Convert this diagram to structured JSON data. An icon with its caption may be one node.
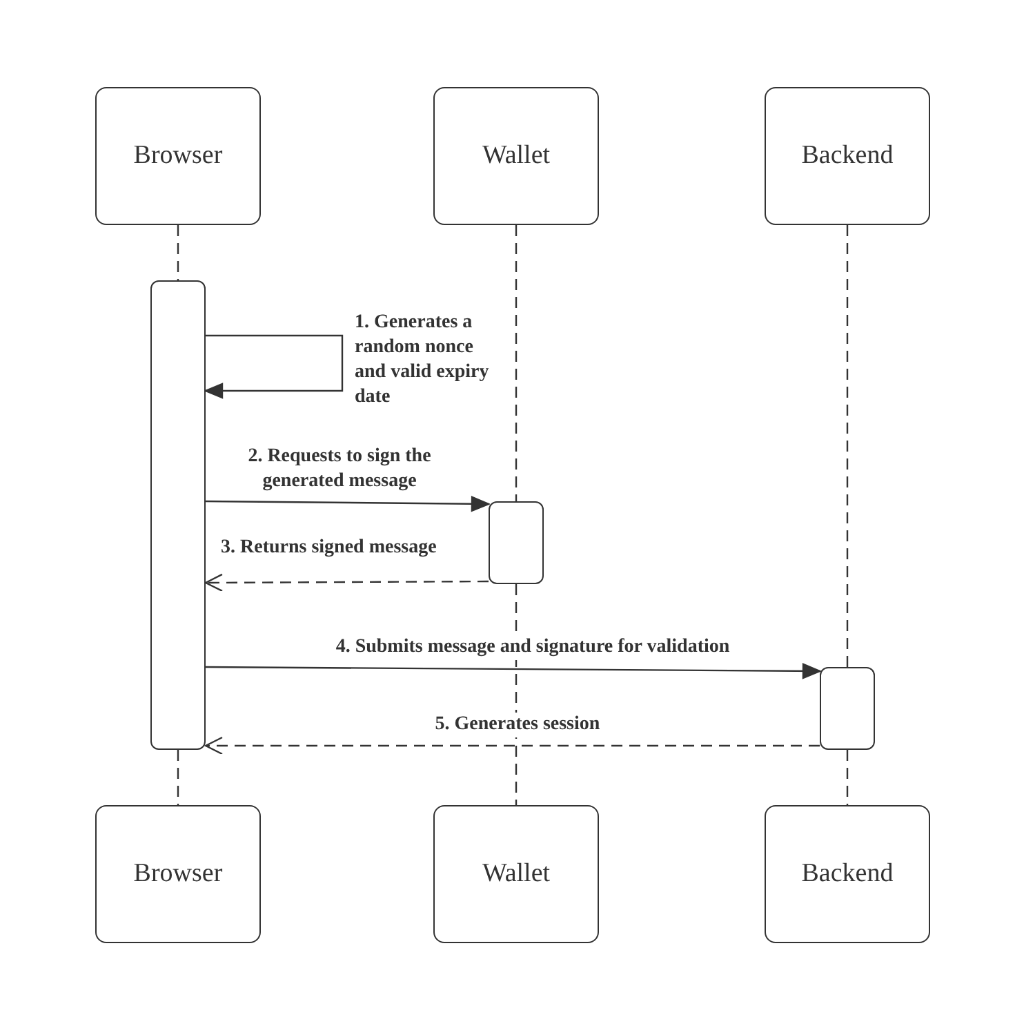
{
  "diagram": {
    "nodes": [
      {
        "text": [
          "Browser"
        ]
      },
      {
        "text": [
          "Wallet"
        ]
      },
      {
        "text": [
          "Backend"
        ]
      },
      {
        "text": [],
        "shape": "bar"
      },
      {
        "text": [],
        "shape": "bar"
      },
      {
        "text": [],
        "shape": "bar"
      },
      {
        "text": [
          "Browser"
        ]
      },
      {
        "text": [
          "Wallet"
        ]
      },
      {
        "text": [
          "Backend"
        ]
      }
    ],
    "edges": [
      {
        "from": 0,
        "to": 3,
        "arrow": "none",
        "style": "dashed"
      },
      {
        "from": 3,
        "to": 6,
        "arrow": "none",
        "style": "dashed"
      },
      {
        "from": 1,
        "to": 4,
        "arrow": "none",
        "style": "dashed"
      },
      {
        "from": 4,
        "to": 7,
        "arrow": "none",
        "style": "dashed"
      },
      {
        "from": 2,
        "to": 5,
        "arrow": "none",
        "style": "dashed"
      },
      {
        "from": 5,
        "to": 8,
        "arrow": "none",
        "style": "dashed"
      },
      {
        "from": 3,
        "to": 3,
        "arrow": "to",
        "label": "1. Generates a random nonce and valid expiry date"
      },
      {
        "from": 3,
        "to": 4,
        "arrow": "to",
        "label": "2. Requests to sign the generated message"
      },
      {
        "from": 4,
        "to": 3,
        "arrow": "to",
        "style": "dashed",
        "label": "3. Returns signed message"
      },
      {
        "from": 3,
        "to": 5,
        "arrow": "to",
        "label": "4. Submits message and signature for validation"
      },
      {
        "from": 5,
        "to": 3,
        "arrow": "to",
        "style": "dashed",
        "label": "5. Generates session"
      }
    ]
  }
}
